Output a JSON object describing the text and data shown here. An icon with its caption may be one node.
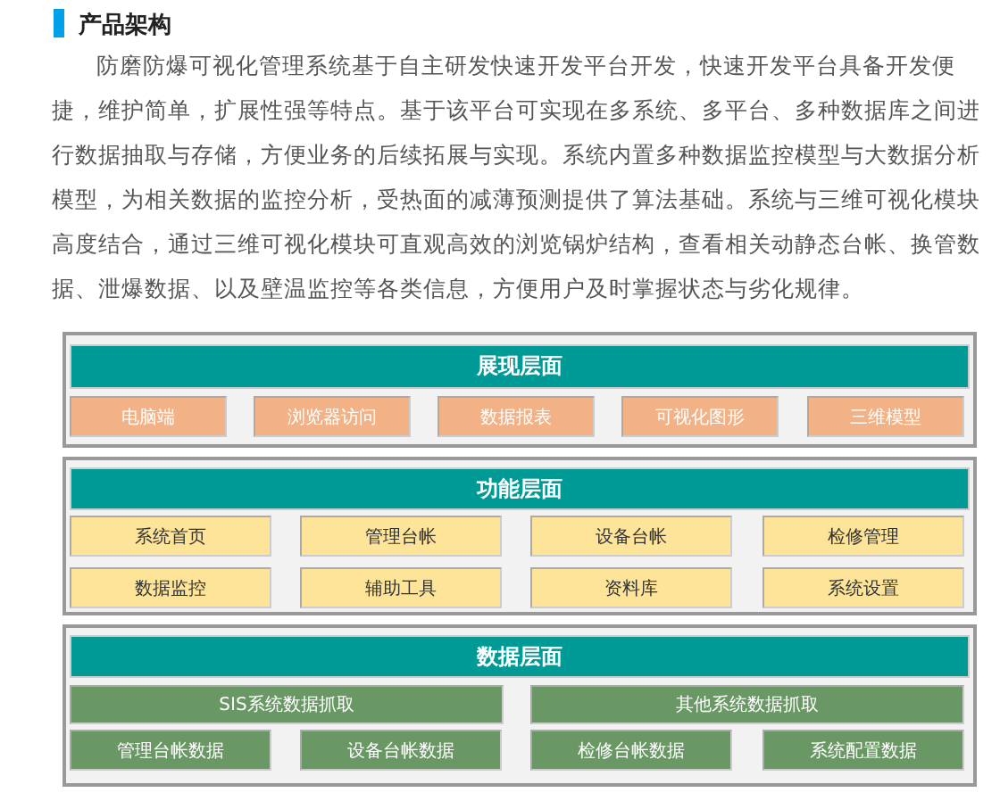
{
  "diagram": {
    "title": "产品架构",
    "nodes": [
      {
        "text": [
          "展现层面"
        ]
      },
      {
        "text": [
          "电脑端"
        ],
        "in": 0
      },
      {
        "text": [
          "浏览器访问"
        ],
        "in": 0
      },
      {
        "text": [
          "数据报表"
        ],
        "in": 0
      },
      {
        "text": [
          "可视化图形"
        ],
        "in": 0
      },
      {
        "text": [
          "三维模型"
        ],
        "in": 0
      },
      {
        "text": [
          "功能层面"
        ]
      },
      {
        "text": [
          "系统首页"
        ],
        "in": 6
      },
      {
        "text": [
          "管理台帐"
        ],
        "in": 6
      },
      {
        "text": [
          "设备台帐"
        ],
        "in": 6
      },
      {
        "text": [
          "检修管理"
        ],
        "in": 6
      },
      {
        "text": [
          "数据监控"
        ],
        "in": 6
      },
      {
        "text": [
          "辅助工具"
        ],
        "in": 6
      },
      {
        "text": [
          "资料库"
        ],
        "in": 6
      },
      {
        "text": [
          "系统设置"
        ],
        "in": 6
      },
      {
        "text": [
          "数据层面"
        ]
      },
      {
        "text": [
          "SIS系统数据抓取"
        ],
        "in": 15
      },
      {
        "text": [
          "其他系统数据抓取"
        ],
        "in": 15
      },
      {
        "text": [
          "管理台帐数据"
        ],
        "in": 15
      },
      {
        "text": [
          "设备台帐数据"
        ],
        "in": 15
      },
      {
        "text": [
          "检修台帐数据"
        ],
        "in": 15
      },
      {
        "text": [
          "系统配置数据"
        ],
        "in": 15
      }
    ],
    "labels": [
      "防磨防爆可视化管理系统基于自主研发快速开发平台开发，快速开发平台具备开发便捷，维护简单，扩展性强等特点。基于该平台可实现在多系统、多平台、多种数据库之间进行数据抽取与存储，方便业务的后续拓展与实现。系统内置多种数据监控模型与大数据分析模型，为相关数据的监控分析，受热面的减薄预测提供了算法基础。系统与三维可视化模块高度结合，通过三维可视化模块可直观高效的浏览锅炉结构，查看相关动静态台帐、换管数据、泄爆数据、以及壁温监控等各类信息，方便用户及时掌握状态与劣化规律。"
    ]
  }
}
